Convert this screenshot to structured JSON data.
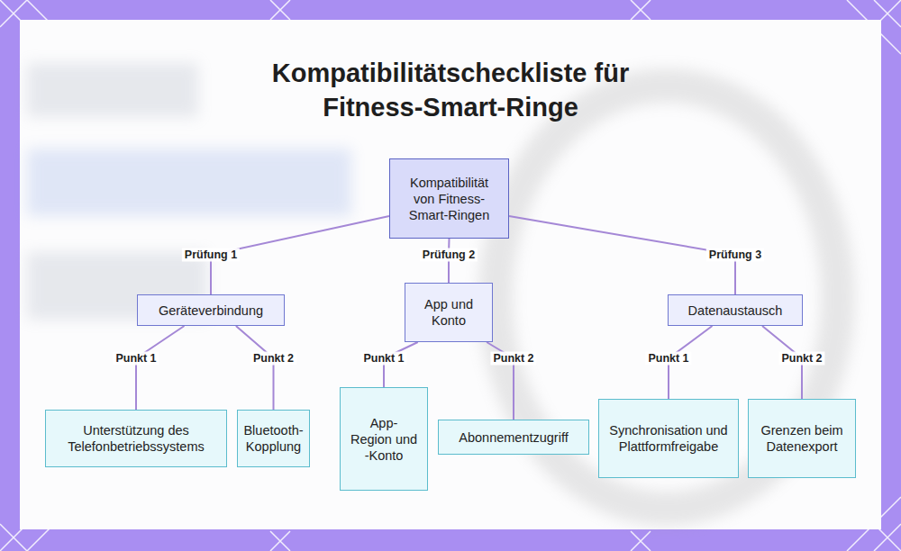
{
  "diagram": {
    "title": "Kompatibilitätscheckliste für Fitness-Smart-Ringe",
    "nodes": [
      {
        "text": [
          "Kompatibilität von Fitness-Smart-Ringen"
        ]
      },
      {
        "text": [
          "Geräteverbindung"
        ]
      },
      {
        "text": [
          "App und Konto"
        ]
      },
      {
        "text": [
          "Datenaustausch"
        ]
      },
      {
        "text": [
          "Unterstützung des Telefonbetriebssystems"
        ]
      },
      {
        "text": [
          "Bluetooth-Kopplung"
        ]
      },
      {
        "text": [
          "App-Region und -Konto"
        ]
      },
      {
        "text": [
          "Abonnementzugriff"
        ]
      },
      {
        "text": [
          "Synchronisation und Plattformfreigabe"
        ]
      },
      {
        "text": [
          "Grenzen beim Datenexport"
        ]
      }
    ],
    "edges": [
      {
        "from": 0,
        "to": 1,
        "label": "Prüfung 1",
        "arrow": "none"
      },
      {
        "from": 0,
        "to": 2,
        "label": "Prüfung 2",
        "arrow": "none"
      },
      {
        "from": 0,
        "to": 3,
        "label": "Prüfung 3",
        "arrow": "none"
      },
      {
        "from": 1,
        "to": 4,
        "label": "Punkt 1",
        "arrow": "none"
      },
      {
        "from": 1,
        "to": 5,
        "label": "Punkt 2",
        "arrow": "none"
      },
      {
        "from": 2,
        "to": 6,
        "label": "Punkt 1",
        "arrow": "none"
      },
      {
        "from": 2,
        "to": 7,
        "label": "Punkt 2",
        "arrow": "none"
      },
      {
        "from": 3,
        "to": 8,
        "label": "Punkt 1",
        "arrow": "none"
      },
      {
        "from": 3,
        "to": 9,
        "label": "Punkt 2",
        "arrow": "none"
      }
    ]
  }
}
